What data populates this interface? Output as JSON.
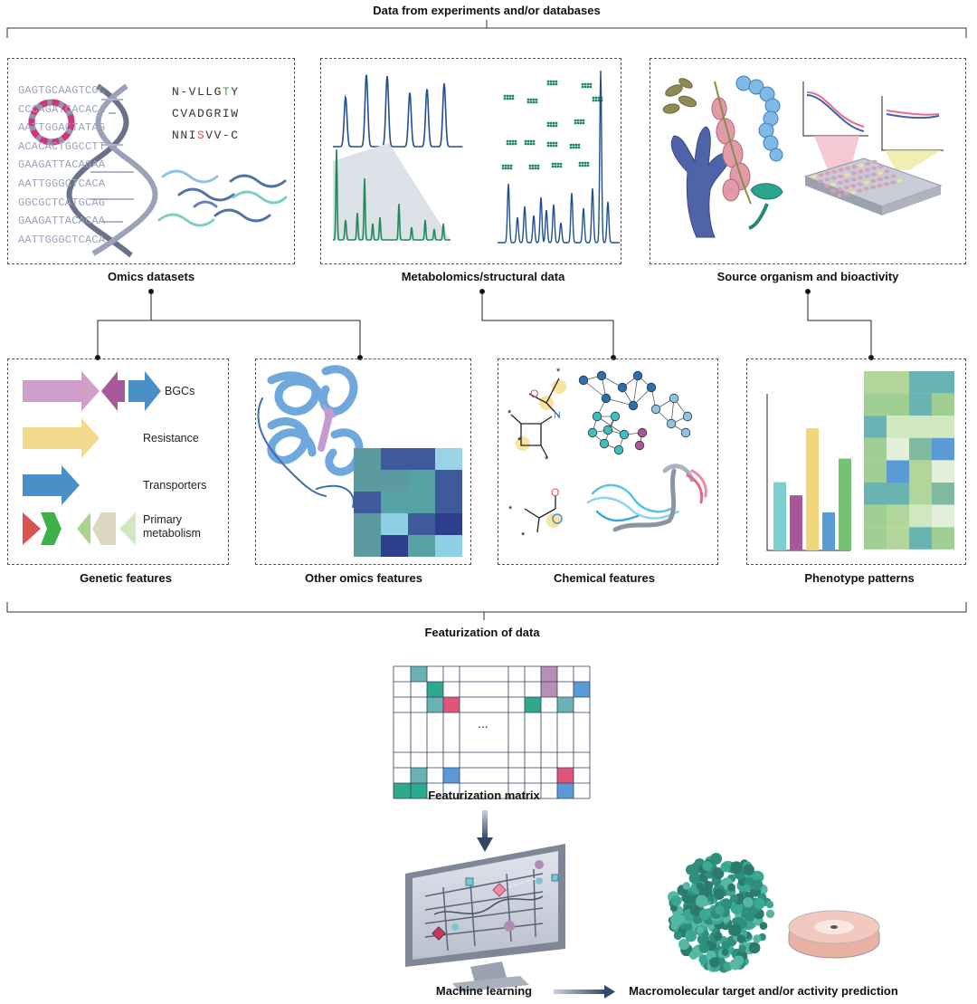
{
  "labels": {
    "top_title": "Data from experiments and/or databases",
    "omics": "Omics datasets",
    "metabolomics": "Metabolomics/structural data",
    "source": "Source organism and bioactivity",
    "genetic": "Genetic features",
    "other_omics": "Other omics features",
    "chemical": "Chemical features",
    "phenotype": "Phenotype patterns",
    "featurization": "Featurization of data",
    "matrix": "Featurization matrix",
    "ml": "Machine learning",
    "prediction": "Macromolecular target and/or activity prediction",
    "ellipsis": "..."
  },
  "dna_sequences": [
    "GAGTGCAAGTCGC",
    "CCCAGATCACACA",
    "AATTGGACTATAG",
    "ACACACTGGCCTT",
    "GAAGATTACAGAA",
    "AATTGGGCTCACA",
    "GGCGCTCATGCAG",
    "GAAGATTACACAA",
    "AATTGGGCTCACA"
  ],
  "peptides": [
    [
      "N",
      "-",
      "V",
      "L",
      "L",
      "G",
      "T",
      "Y"
    ],
    [
      "C",
      "V",
      "A",
      "D",
      "G",
      "R",
      "I",
      "W"
    ],
    [
      "N",
      "N",
      "I",
      "S",
      "V",
      "V",
      "-",
      "C"
    ]
  ],
  "genetic_legend": {
    "bgc": "BGCs",
    "resistance": "Resistance",
    "transporters": "Transporters",
    "primary": "Primary",
    "metabolism": "metabolism"
  },
  "colors": {
    "bgc_pink": "#cf9fc9",
    "bgc_purple": "#a8579b",
    "bgc_blue": "#4a8fc8",
    "resistance": "#f2d98c",
    "transporter": "#4a8fc8",
    "red": "#d9534f",
    "green": "#3db04b",
    "light_green": "#a9d48f",
    "beige": "#dcd8c0",
    "pale_green": "#cfe8bf",
    "teal": "#5ba8a8",
    "dark_blue": "#2c3e8c",
    "navy_line": "#1f4f8f",
    "chrom_green": "#1f8a5a"
  },
  "phenotype_bars": [
    0.52,
    0.42,
    0.93,
    0.29,
    0.7
  ],
  "phenotype_bar_colors": [
    "#7ccfcf",
    "#a8579b",
    "#f0d77a",
    "#5b9bd5",
    "#74c374"
  ],
  "feature_matrix_cells": [
    [
      0,
      1,
      "#6ab3b3"
    ],
    [
      0,
      7,
      "#b98fb3"
    ],
    [
      1,
      2,
      "#2fa98b"
    ],
    [
      1,
      7,
      "#b98fb3"
    ],
    [
      1,
      9,
      "#5b9bd5"
    ],
    [
      2,
      2,
      "#6ab3b3"
    ],
    [
      2,
      3,
      "#e05577"
    ],
    [
      2,
      6,
      "#2fa98b"
    ],
    [
      2,
      8,
      "#6ab3b3"
    ],
    [
      5,
      1,
      "#6ab3b3"
    ],
    [
      5,
      3,
      "#5b9bd5"
    ],
    [
      5,
      8,
      "#e05577"
    ],
    [
      6,
      0,
      "#2fa98b"
    ],
    [
      6,
      1,
      "#2fa98b"
    ],
    [
      6,
      8,
      "#5b9bd5"
    ]
  ]
}
